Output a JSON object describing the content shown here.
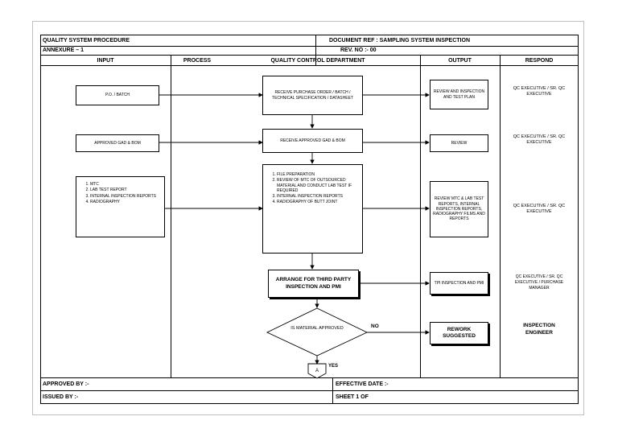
{
  "header": {
    "left_title": "QUALITY SYSTEM PROCEDURE",
    "right_title": "DOCUMENT REF : SAMPLING SYSTEM INSPECTION",
    "annexure": "ANNEXURE – 1",
    "rev_no": "REV. NO :- 00"
  },
  "columns": {
    "input": "INPUT",
    "process": "PROCESS",
    "department": "QUALITY CONTROL DEPARTMENT",
    "output": "OUTPUT",
    "respond": "RESPOND"
  },
  "inputs": {
    "po_batch": "P.O. / BATCH",
    "gad_bom": "APPROVED GAD & BOM",
    "documents": [
      "MTC",
      "LAB TEST REPORT",
      "INTERNAL INSPECTION REPORTS",
      "RADIOGRAPHY"
    ]
  },
  "process": {
    "receive_po": "RECEIVE PURCHASE ORDER / BATCH / TECHNICAL SPECIFICATION / DATASHEET",
    "receive_gad": "RECEIVE APPROVED GAD & BOM",
    "steps": [
      "FILE PREPARATION",
      "REVIEW OF MTC OF OUTSOURCED MATERIAL AND CONDUCT LAB TEST IF REQUIRED",
      "INTERNAL INSPECTION REPORTS",
      "RADIOGRAPHY OF BUTT JOINT"
    ],
    "third_party": "ARRANGE FOR THIRD PARTY INSPECTION AND PMI",
    "decision": "IS MATERIAL APPROVED",
    "no_label": "NO",
    "yes_label": "YES",
    "connector": "A"
  },
  "outputs": {
    "review_plan": "REVIEW AND INSPECTION AND TEST PLAN",
    "review": "REVIEW",
    "review_mtc": "REVIEW MTC & LAB TEST REPORTS, INTERNAL INSPECTION REPORTS, RADIOGRAPHY FILMS AND REPORTS",
    "tpi": "TPI INSPECTION AND PMI",
    "rework": "REWORK SUGGESTED"
  },
  "respond": {
    "r1": "QC EXECUTIVE / SR. QC EXECUTIVE",
    "r2": "QC EXECUTIVE / SR. QC EXECUTIVE",
    "r3": "QC EXECUTIVE / SR. QC EXECUTIVE",
    "r4": "QC EXECUTIVE / SR. QC EXECUTIVE / PURCHASE MANAGER",
    "r5": "INSPECTION ENGINEER"
  },
  "footer": {
    "approved_by": "APPROVED BY :-",
    "effective_date": "EFFECTIVE DATE :-",
    "issued_by": "ISSUED BY :-",
    "sheet": "SHEET 1 OF"
  }
}
